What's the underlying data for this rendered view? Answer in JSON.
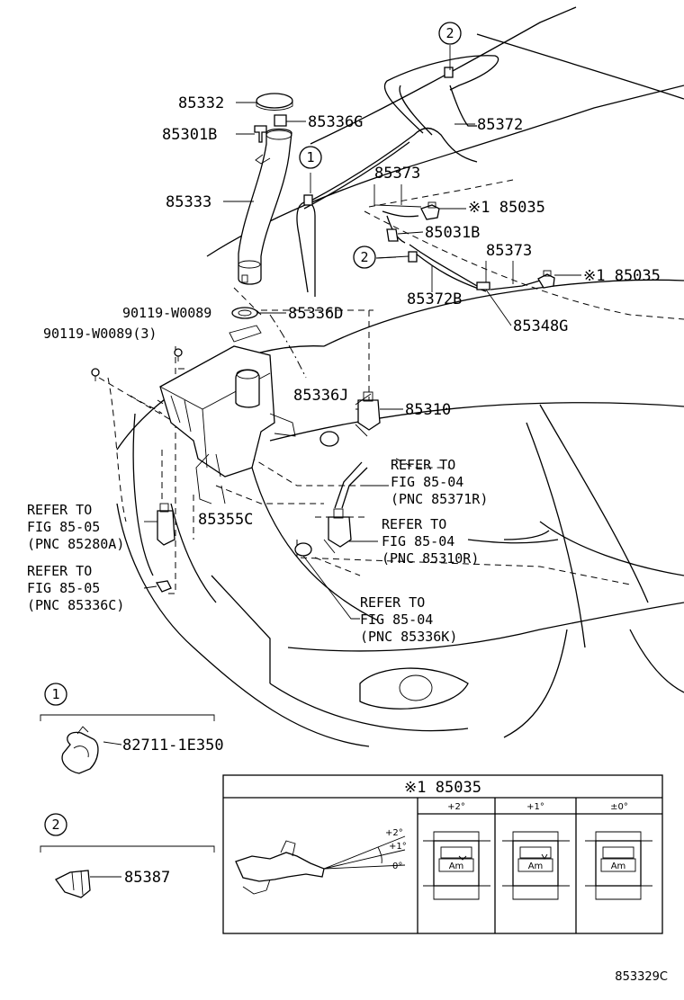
{
  "diagram_id": "853329C",
  "callouts": {
    "c1": "1",
    "c2": "2"
  },
  "labels": {
    "p85332": "85332",
    "p85301B": "85301B",
    "p85336G": "85336G",
    "p85372": "85372",
    "p85333": "85333",
    "p85373a": "85373",
    "p85035a": "※1 85035",
    "p85031B": "85031B",
    "p85373b": "85373",
    "p85035b": "※1 85035",
    "p85372B": "85372B",
    "p85348G": "85348G",
    "p90119a": "90119-W0089",
    "p85336D": "85336D",
    "p90119b": "90119-W0089(3)",
    "p85336J": "85336J",
    "p85310": "85310",
    "p85355C": "85355C",
    "p82711": "82711-1E350",
    "p85387": "85387"
  },
  "references": {
    "r1": [
      "REFER TO",
      "FIG 85-04",
      "(PNC 85371R)"
    ],
    "r2": [
      "REFER TO",
      "FIG 85-04",
      "(PNC 85310R)"
    ],
    "r3": [
      "REFER TO",
      "FIG 85-04",
      "(PNC 85336K)"
    ],
    "r4": [
      "REFER TO",
      "FIG 85-05",
      "(PNC 85280A)"
    ],
    "r5": [
      "REFER TO",
      "FIG 85-05",
      "(PNC 85336C)"
    ]
  },
  "inset": {
    "title": "※1 85035",
    "columns": [
      "+2°",
      "+1°",
      "±0°"
    ],
    "angles": [
      "+2°",
      "+1°",
      "0°"
    ],
    "nozzle_text": "Am"
  }
}
